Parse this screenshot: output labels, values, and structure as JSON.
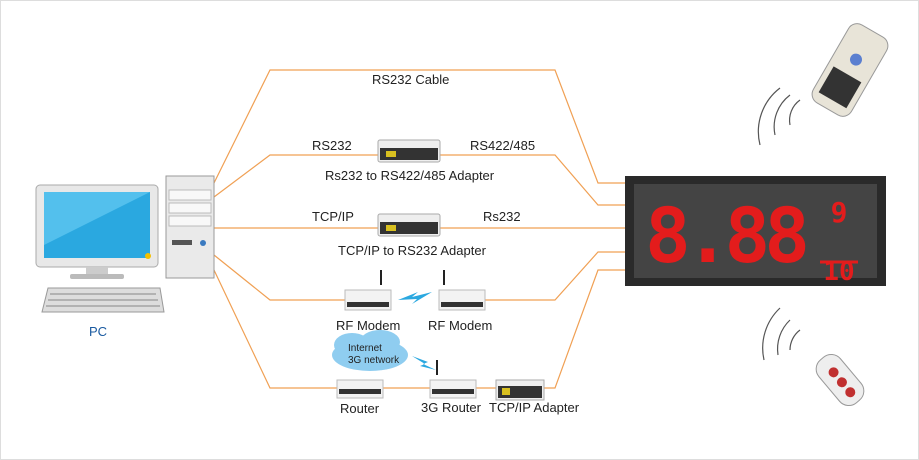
{
  "colors": {
    "line": "#f0a054",
    "display_bg": "#3e3e3e",
    "led": "#e31c1c",
    "cloud": "#8fcdf0"
  },
  "pc_label": "PC",
  "connections": {
    "rs232_cable": "RS232 Cable",
    "rs232_left": "RS232",
    "rs422_right": "RS422/485",
    "rs232_adapter": "Rs232 to RS422/485 Adapter",
    "tcpip_left": "TCP/IP",
    "rs232_right": "Rs232",
    "tcpip_adapter": "TCP/IP to RS232 Adapter",
    "rf_modem_1": "RF Modem",
    "rf_modem_2": "RF Modem",
    "cloud_line1": "Internet",
    "cloud_line2": "3G network",
    "router": "Router",
    "router_3g": "3G Router",
    "tcpip_adapter_2": "TCP/IP Adapter"
  },
  "display": {
    "main": "8.88",
    "numerator": "9",
    "denominator": "10"
  }
}
